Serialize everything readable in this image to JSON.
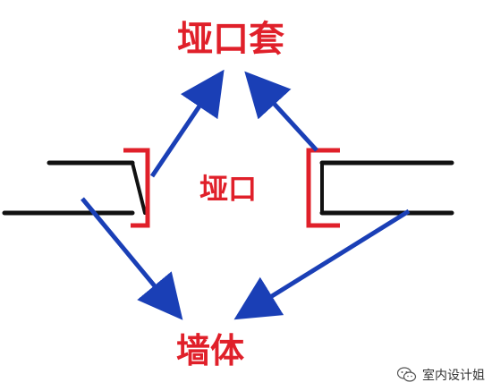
{
  "labels": {
    "top": "垭口套",
    "middle": "垭口",
    "bottom": "墙体"
  },
  "watermark": {
    "text": "室内设计姐",
    "icon": "wechat-icon"
  },
  "colors": {
    "wall": "#111111",
    "bracket": "#e0202a",
    "arrow": "#1a3fb6",
    "text": "#e0202a"
  }
}
